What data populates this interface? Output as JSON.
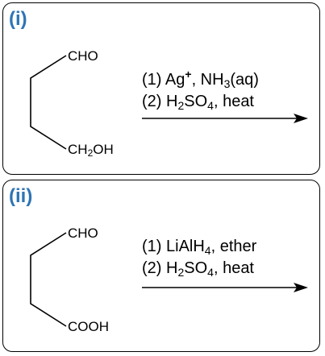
{
  "panels": [
    {
      "label": "(i)",
      "top_group": "CHO",
      "bottom_group": {
        "pre": "CH",
        "sub": "2",
        "post": "OH"
      },
      "conditions": [
        {
          "num": "(1)",
          "parts": [
            {
              "t": "Ag"
            },
            {
              "sup": "+"
            },
            {
              "t": ", NH"
            },
            {
              "sub": "3"
            },
            {
              "t": "(aq)"
            }
          ]
        },
        {
          "num": "(2)",
          "parts": [
            {
              "t": "H"
            },
            {
              "sub": "2"
            },
            {
              "t": "SO"
            },
            {
              "sub": "4"
            },
            {
              "t": ", heat"
            }
          ]
        }
      ]
    },
    {
      "label": "(ii)",
      "top_group": "CHO",
      "bottom_group": {
        "pre": "COOH",
        "sub": "",
        "post": ""
      },
      "conditions": [
        {
          "num": "(1)",
          "parts": [
            {
              "t": "LiAlH"
            },
            {
              "sub": "4"
            },
            {
              "t": ", ether"
            }
          ]
        },
        {
          "num": "(2)",
          "parts": [
            {
              "t": "H"
            },
            {
              "sub": "2"
            },
            {
              "t": "SO"
            },
            {
              "sub": "4"
            },
            {
              "t": ", heat"
            }
          ]
        }
      ]
    }
  ],
  "colors": {
    "label": "#2e75b6",
    "ink": "#000000"
  }
}
